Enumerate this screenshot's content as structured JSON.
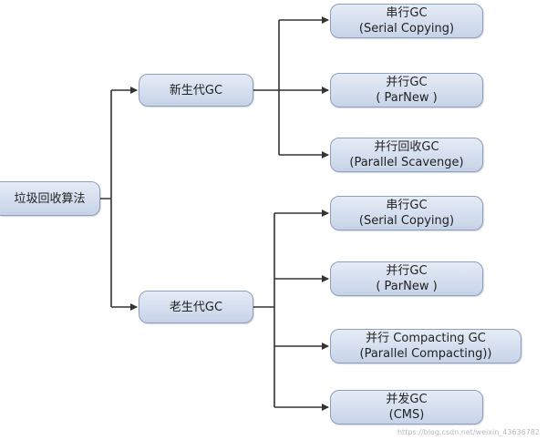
{
  "root": {
    "label": "垃圾回收算法"
  },
  "young": {
    "label": "新生代GC",
    "children": [
      {
        "line1": "串行GC",
        "line2": "(Serial Copying)"
      },
      {
        "line1": "并行GC",
        "line2": "( ParNew )"
      },
      {
        "line1": "并行回收GC",
        "line2": "(Parallel Scavenge)"
      }
    ]
  },
  "old": {
    "label": "老生代GC",
    "children": [
      {
        "line1": "串行GC",
        "line2": "(Serial Copying)"
      },
      {
        "line1": "并行GC",
        "line2": "( ParNew )"
      },
      {
        "line1": "并行 Compacting GC",
        "line2": "(Parallel Compacting))"
      },
      {
        "line1": "并发GC",
        "line2": "(CMS)"
      }
    ]
  },
  "watermark": "https://blog.csdn.net/weixin_43636782"
}
